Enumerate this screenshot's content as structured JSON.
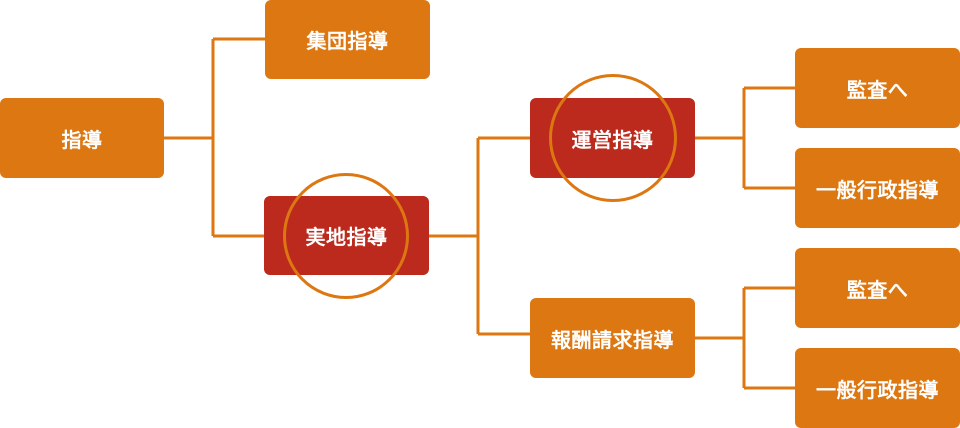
{
  "nodes": {
    "guidance": "指導",
    "group_guidance": "集団指導",
    "onsite_guidance": "実地指導",
    "operation_guidance": "運営指導",
    "fee_claim_guidance": "報酬請求指導",
    "to_audit_1": "監査へ",
    "general_admin_guidance_1": "一般行政指導",
    "to_audit_2": "監査へ",
    "general_admin_guidance_2": "一般行政指導"
  },
  "colors": {
    "normal_node": "#dd7711",
    "highlight_node": "#bb2a1d",
    "connector": "#dd7711",
    "text": "#ffffff"
  }
}
